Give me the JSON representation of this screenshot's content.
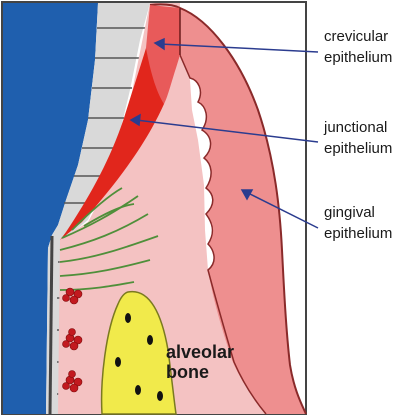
{
  "diagram": {
    "labels": {
      "crevicular": [
        "crevicular",
        "epithelium"
      ],
      "junctional": [
        "junctional",
        "epithelium"
      ],
      "gingival": [
        "gingival",
        "epithelium"
      ],
      "bone": [
        "alveolar",
        "bone"
      ]
    },
    "colors": {
      "tooth_enamel": "#1f5fae",
      "dentin_stripes": "#d9d9d9",
      "crevicular": "#e85a5a",
      "junctional": "#e1261c",
      "gingival_dark": "#ee8f8f",
      "connective_tissue": "#f4c2c2",
      "bone": "#f1ea4b",
      "arrow": "#2b3c8f",
      "fibers": "#4f8f3a"
    }
  }
}
